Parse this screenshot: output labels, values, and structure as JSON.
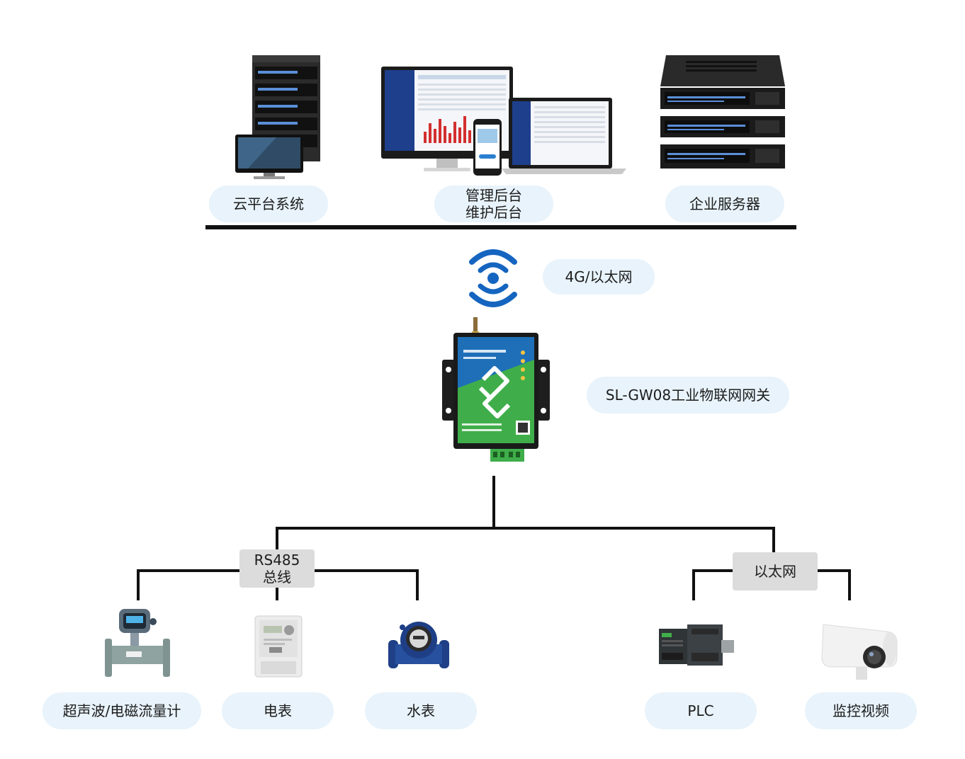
{
  "top": {
    "cloud_label": "云平台系统",
    "admin_label_1": "管理后台",
    "admin_label_2": "维护后台",
    "server_label": "企业服务器"
  },
  "network": {
    "wireless_label": "4G/以太网"
  },
  "gateway": {
    "label": "SL-GW08工业物联网网关"
  },
  "buses": {
    "rs485_line1": "RS485",
    "rs485_line2": "总线",
    "ethernet": "以太网"
  },
  "devices": {
    "flowmeter": "超声波/电磁流量计",
    "electric_meter": "电表",
    "water_meter": "水表",
    "plc": "PLC",
    "camera": "监控视频"
  },
  "colors": {
    "wifi_blue": "#1565c0",
    "pill_bg": "#e8f3fb",
    "box_gray": "#dcdcdc",
    "gateway_green": "#3fae4a",
    "gateway_blue": "#1e6fb8"
  }
}
